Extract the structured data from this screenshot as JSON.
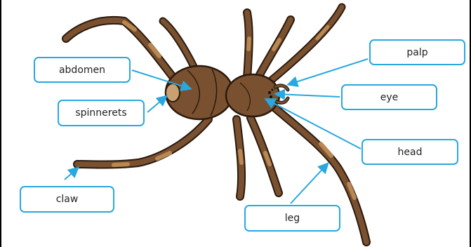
{
  "diagram": {
    "labels": {
      "abdomen": "abdomen",
      "spinnerets": "spinnerets",
      "claw": "claw",
      "palp": "palp",
      "eye": "eye",
      "head": "head",
      "leg": "leg"
    },
    "colors": {
      "label_border": "#28a8df",
      "arrow": "#28a8df",
      "body_fill": "#7a5130",
      "body_outline": "#2a190c",
      "leg_band": "#b88752",
      "spinneret_fill": "#c9a071"
    }
  }
}
